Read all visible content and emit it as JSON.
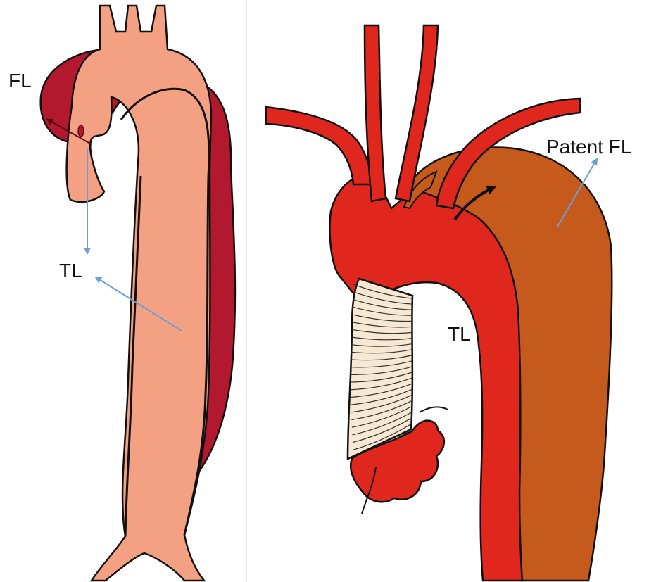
{
  "left_panel": {
    "labels": {
      "false_lumen": "FL",
      "true_lumen": "TL"
    }
  },
  "right_panel": {
    "labels": {
      "patent_false_lumen": "Patent FL",
      "true_lumen": "TL"
    }
  },
  "colors": {
    "left_true_lumen": "#F4A082",
    "left_false_lumen": "#B3192E",
    "right_aorta": "#E0271E",
    "right_patent_false_lumen": "#C55A1C",
    "graft": "#F6E8D3",
    "label_arrow": "#6A9FD8",
    "outline": "#111111",
    "panel_edge": "#E6E6E6"
  }
}
